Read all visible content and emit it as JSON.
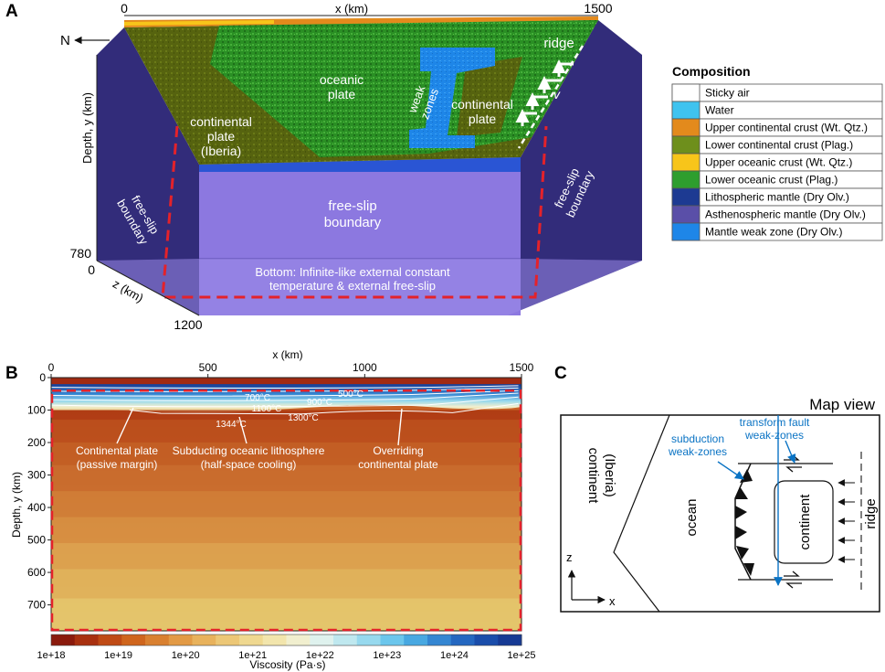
{
  "panels": {
    "a": "A",
    "b": "B",
    "c": "C"
  },
  "panelA": {
    "x_axis_label": "x (km)",
    "x_ticks": [
      "0",
      "1500"
    ],
    "y_axis_label": "Depth, y (km)",
    "y_bottom_tick": "780",
    "z_axis_label": "z (km)",
    "z_ticks": [
      "0",
      "1200"
    ],
    "north": "N",
    "labels": {
      "oceanic_plate": [
        "oceanic",
        "plate"
      ],
      "continental_iberia": [
        "continental",
        "plate",
        "(Iberia)"
      ],
      "continental_plate": [
        "continental",
        "plate"
      ],
      "weak_zones": [
        "weak",
        "zones"
      ],
      "ridge": "ridge",
      "velocity": "v",
      "free_slip_left": [
        "free-slip",
        "boundary"
      ],
      "free_slip_front": [
        "free-slip",
        "boundary"
      ],
      "free_slip_right": [
        "free-slip",
        "boundary"
      ],
      "bottom": [
        "Bottom: Infinite-like external constant",
        "temperature & external free-slip"
      ]
    }
  },
  "legend": {
    "title": "Composition",
    "items": [
      {
        "label": "Sticky air",
        "color": "#ffffff"
      },
      {
        "label": "Water",
        "color": "#3fc3ef"
      },
      {
        "label": "Upper continental crust (Wt. Qtz.)",
        "color": "#e38a1c"
      },
      {
        "label": "Lower continental crust (Plag.)",
        "color": "#6e8f1c"
      },
      {
        "label": "Upper oceanic crust (Wt. Qtz.)",
        "color": "#f7c51a"
      },
      {
        "label": "Lower oceanic crust (Plag.)",
        "color": "#2e9e2e"
      },
      {
        "label": "Lithospheric mantle (Dry Olv.)",
        "color": "#1d3a92"
      },
      {
        "label": "Asthenospheric mantle (Dry Olv.)",
        "color": "#5a4fa8"
      },
      {
        "label": "Mantle weak zone (Dry Olv.)",
        "color": "#1e86e8"
      }
    ]
  },
  "panelB": {
    "x_axis_label": "x (km)",
    "x_ticks": [
      {
        "value": 0,
        "label": "0"
      },
      {
        "value": 500,
        "label": "500"
      },
      {
        "value": 1000,
        "label": "1000"
      },
      {
        "value": 1500,
        "label": "1500"
      }
    ],
    "y_axis_label": "Depth, y (km)",
    "y_ticks": [
      {
        "value": 0,
        "label": "0"
      },
      {
        "value": 100,
        "label": "100"
      },
      {
        "value": 200,
        "label": "200"
      },
      {
        "value": 300,
        "label": "300"
      },
      {
        "value": 400,
        "label": "400"
      },
      {
        "value": 500,
        "label": "500"
      },
      {
        "value": 600,
        "label": "600"
      },
      {
        "value": 700,
        "label": "700"
      }
    ],
    "xlim": [
      0,
      1500
    ],
    "ylim": [
      0,
      780
    ],
    "isotherms": [
      {
        "label": "500°C"
      },
      {
        "label": "700°C"
      },
      {
        "label": "900°C"
      },
      {
        "label": "1100°C"
      },
      {
        "label": "1300°C"
      },
      {
        "label": "1344°C"
      }
    ],
    "annotations": {
      "continental": [
        "Continental plate",
        "(passive margin)"
      ],
      "subducting": [
        "Subducting oceanic lithosphere",
        "(half-space cooling)"
      ],
      "overriding": [
        "Overriding",
        "continental plate"
      ]
    },
    "colorbar": {
      "label": "Viscosity (Pa·s)",
      "ticks": [
        "1e+18",
        "1e+19",
        "1e+20",
        "1e+21",
        "1e+22",
        "1e+23",
        "1e+24",
        "1e+25"
      ],
      "colors": [
        "#8a1a0c",
        "#a8300f",
        "#bf4a15",
        "#cf651d",
        "#d98030",
        "#e29a45",
        "#e8b25c",
        "#ecc776",
        "#efd890",
        "#f2e5ac",
        "#f1efcf",
        "#dff2ee",
        "#bfe8ef",
        "#97d9ee",
        "#6bc6ec",
        "#48a8e1",
        "#3486d2",
        "#2467c0",
        "#1a4daa",
        "#163a94"
      ]
    }
  },
  "panelC": {
    "title": "Map view",
    "labels": {
      "continent_iberia": [
        "continent",
        "(Iberia)"
      ],
      "ocean": "ocean",
      "continent": "continent",
      "ridge": "ridge",
      "subduction": [
        "subduction",
        "weak-zones"
      ],
      "transform": [
        "transform fault",
        "weak-zones"
      ],
      "z": "z",
      "x": "x"
    }
  }
}
